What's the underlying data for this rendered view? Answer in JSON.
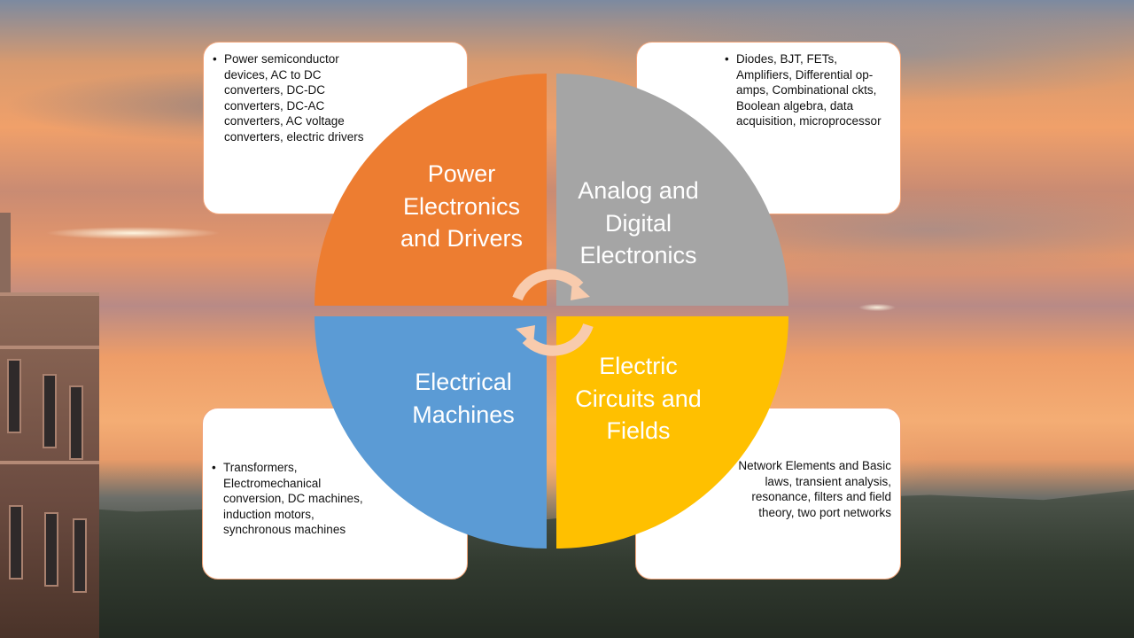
{
  "quadrants": {
    "top_left": {
      "title": "Power Electronics and Drivers",
      "color": "#ed7d31",
      "topics": "Power semiconductor devices, AC to DC converters, DC-DC converters, DC-AC converters, AC voltage converters, electric drivers"
    },
    "top_right": {
      "title": "Analog and Digital Electronics",
      "color": "#a5a5a5",
      "topics": "Diodes, BJT, FETs, Amplifiers, Differential op-amps, Combinational ckts, Boolean algebra, data acquisition, microprocessor"
    },
    "bottom_left": {
      "title": "Electrical Machines",
      "color": "#5b9bd5",
      "topics": "Transformers, Electromechanical conversion, DC machines, induction motors, synchronous machines"
    },
    "bottom_right": {
      "title": "Electric Circuits and Fields",
      "color": "#ffc000",
      "topics": "Network Elements and Basic laws, transient analysis, resonance, filters and field theory, two port networks"
    }
  },
  "icons": {
    "center": "cycle-arrows-icon",
    "background": "sunset-sky-photo"
  }
}
